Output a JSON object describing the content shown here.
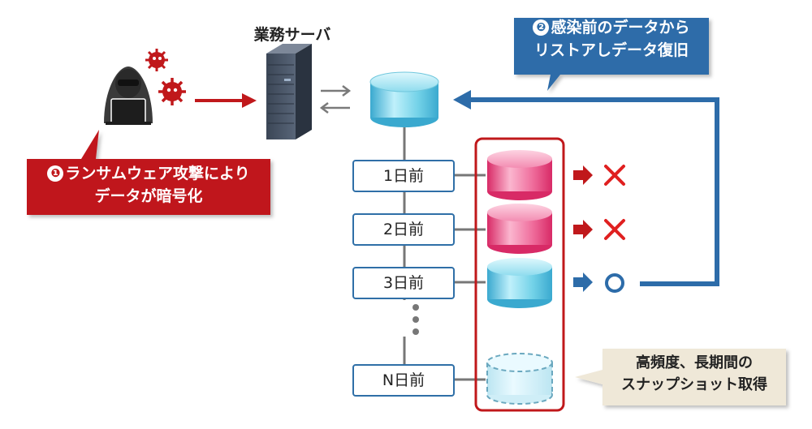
{
  "server": {
    "title": "業務サーバ"
  },
  "callouts": {
    "step2": {
      "number": "❷",
      "line1": "感染前のデータから",
      "line2": "リストアしデータ復旧"
    },
    "step1": {
      "number": "❶",
      "line1": "ランサムウェア攻撃により",
      "line2": "データが暗号化"
    },
    "note": {
      "line1": "高頻度、長期間の",
      "line2": "スナップショット取得"
    }
  },
  "snapshots": [
    {
      "label": "1日前",
      "state": "encrypted",
      "result_icon": "cross-icon"
    },
    {
      "label": "2日前",
      "state": "encrypted",
      "result_icon": "cross-icon"
    },
    {
      "label": "3日前",
      "state": "clean",
      "result_icon": "circle-ok-icon"
    },
    {
      "label": "N日前",
      "state": "future",
      "result_icon": ""
    }
  ],
  "colors": {
    "red": "#c0181b",
    "blue": "#2d6ca9",
    "cyan": "#5cc8e0",
    "pink": "#e8407a",
    "beige": "#efe8d8"
  }
}
